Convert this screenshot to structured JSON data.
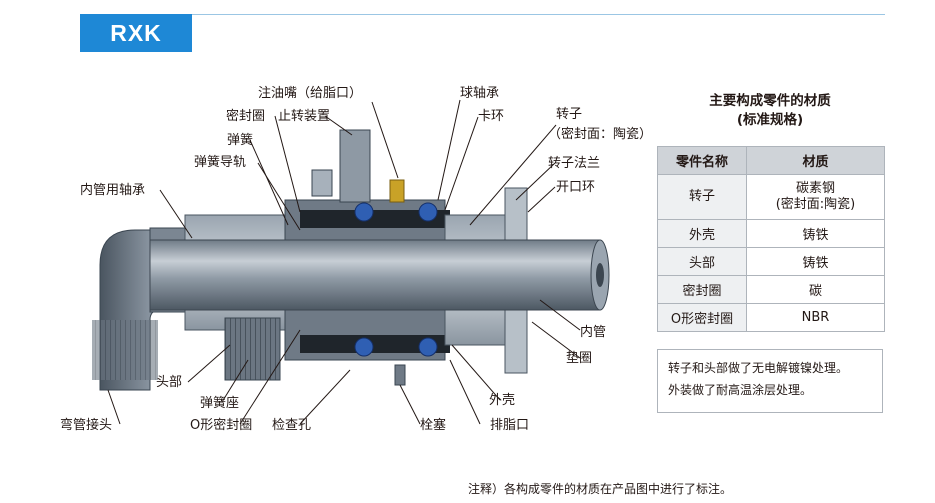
{
  "header": {
    "model": "RXK"
  },
  "parts": {
    "grease_nipple": "注油嘴（给脂口）",
    "ball_bearing": "球轴承",
    "seal_ring_top": "密封圈",
    "anti_rotation": "止转装置",
    "snap_ring": "卡环",
    "rotor": "转子",
    "rotor_note": "（密封面：陶瓷）",
    "spring": "弹簧",
    "spring_guide": "弹簧导轨",
    "rotor_flange": "转子法兰",
    "split_ring": "开口环",
    "inner_tube_bearing": "内管用轴承",
    "inner_tube": "内管",
    "gasket": "垫圈",
    "head": "头部",
    "spring_seat": "弹簧座",
    "casing": "外壳",
    "elbow_joint": "弯管接头",
    "o_ring": "O形密封圈",
    "inspection_hole": "检查孔",
    "plug": "栓塞",
    "drain_port": "排脂口"
  },
  "materials": {
    "title_line1": "主要构成零件的材质",
    "title_line2": "(标准规格)",
    "col_part": "零件名称",
    "col_material": "材质",
    "rows": [
      {
        "part": "转子",
        "material": "碳素钢",
        "material2": "(密封面:陶瓷)"
      },
      {
        "part": "外壳",
        "material": "铸铁"
      },
      {
        "part": "头部",
        "material": "铸铁"
      },
      {
        "part": "密封圈",
        "material": "碳"
      },
      {
        "part": "O形密封圈",
        "material": "NBR"
      }
    ]
  },
  "notes": {
    "line1": "转子和头部做了无电解镀镍处理。",
    "line2": "外装做了耐高温涂层处理。"
  },
  "footnote": "注释）各构成零件的材质在产品图中进行了标注。",
  "colors": {
    "accent": "#1e88d6",
    "table_header": "#cfd3d8",
    "metal": "#8d98a3"
  }
}
